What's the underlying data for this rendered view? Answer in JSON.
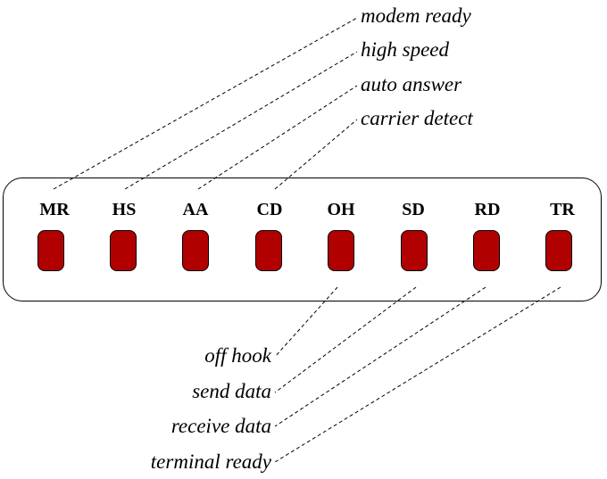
{
  "indicators": [
    {
      "code": "MR",
      "label": "modem ready",
      "color": "#b10000"
    },
    {
      "code": "HS",
      "label": "high speed",
      "color": "#b10000"
    },
    {
      "code": "AA",
      "label": "auto answer",
      "color": "#b10000"
    },
    {
      "code": "CD",
      "label": "carrier detect",
      "color": "#b10000"
    },
    {
      "code": "OH",
      "label": "off hook",
      "color": "#b10000"
    },
    {
      "code": "SD",
      "label": "send data",
      "color": "#b10000"
    },
    {
      "code": "RD",
      "label": "receive data",
      "color": "#b10000"
    },
    {
      "code": "TR",
      "label": "terminal ready",
      "color": "#b10000"
    }
  ]
}
